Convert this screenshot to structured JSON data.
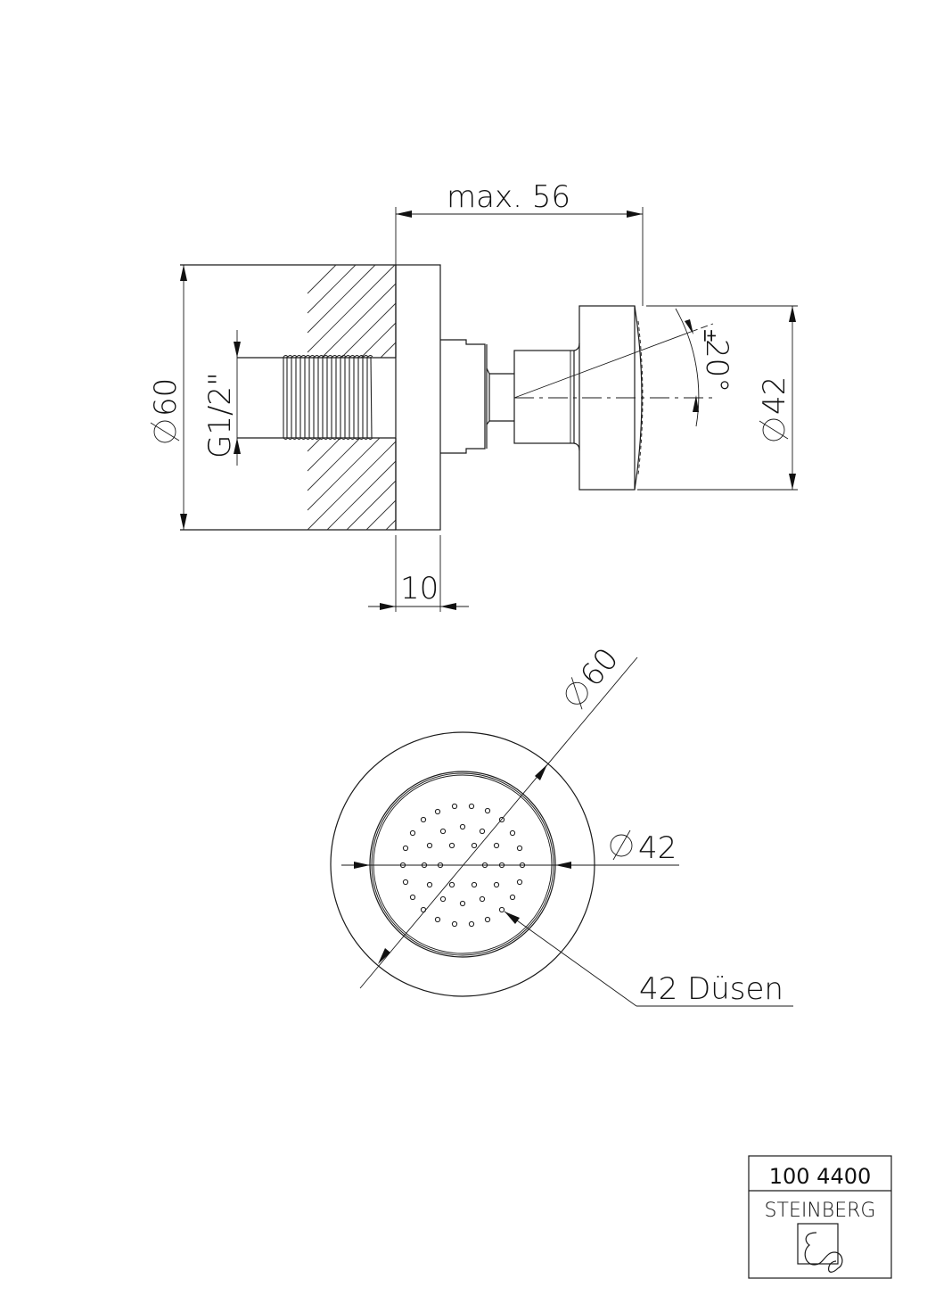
{
  "drawing": {
    "type": "technical-drawing",
    "views": [
      "side-view",
      "front-view"
    ]
  },
  "side_view": {
    "dim_top": "max. 56",
    "dim_left_diameter": "60",
    "dim_thread": "G1/2\"",
    "dim_plate_thickness": "10",
    "dim_head_diameter": "42",
    "dim_angle": "20°",
    "dim_angle_tolerance": "±"
  },
  "front_view": {
    "dim_outer_diameter": "60",
    "dim_inner_diameter": "42",
    "nozzle_label": "42 Düsen",
    "nozzle_count": 42
  },
  "title_block": {
    "article_number": "100 4400",
    "brand": "STEINBERG",
    "logo": "steinberg-s-logo"
  },
  "symbols": {
    "diameter": "⌀"
  },
  "colors": {
    "line": "#1a1a1a",
    "background": "#ffffff"
  }
}
